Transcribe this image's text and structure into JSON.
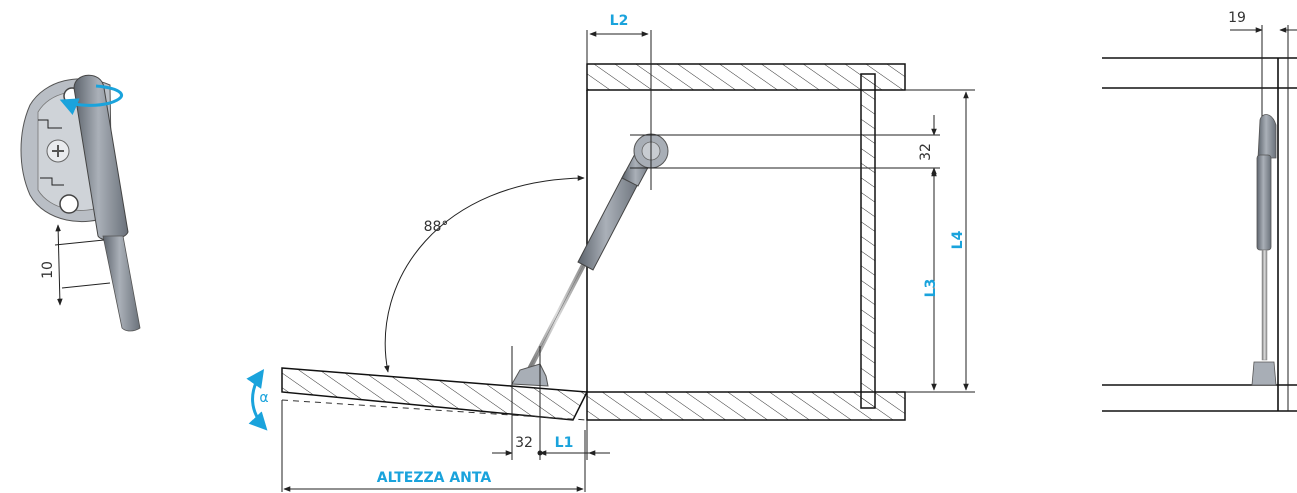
{
  "labels": {
    "l1": "L1",
    "l2": "L2",
    "l3": "L3",
    "l4": "L4",
    "altezza_anta": "ALTEZZA ANTA",
    "angle": "88°",
    "alpha": "α",
    "dim_32_top": "32",
    "dim_32_bottom": "32",
    "dim_10": "10",
    "dim_19": "19"
  },
  "colors": {
    "accent": "#1aa3dc",
    "metal": "#8a9099",
    "line": "#222222"
  }
}
